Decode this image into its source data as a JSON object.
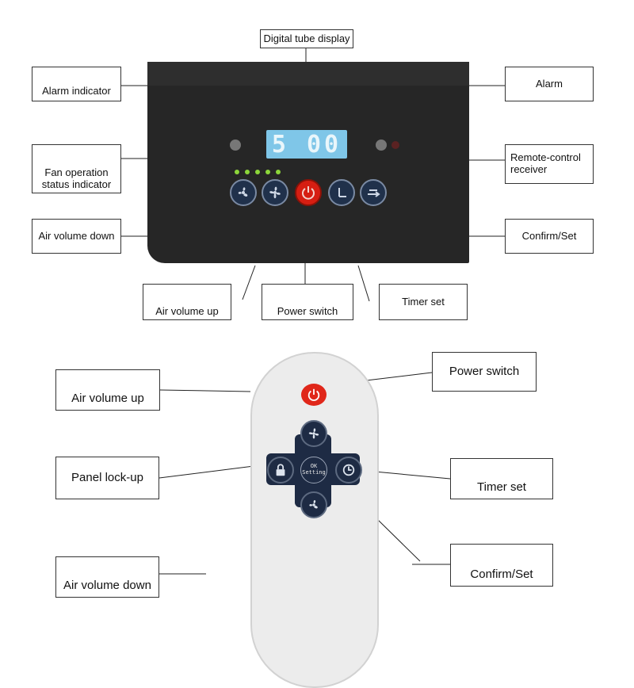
{
  "panel": {
    "display_value": "5 00",
    "labels": {
      "digital_tube_display": "Digital tube display",
      "alarm_indicator": "Alarm indicator",
      "alarm": "Alarm",
      "fan_status_line1": "Fan operation",
      "fan_status_line2": "status indicator",
      "remote_receiver_line1": "Remote-control",
      "remote_receiver_line2": "receiver",
      "air_volume_down": "Air volume down",
      "confirm_set": "Confirm/Set",
      "air_volume_up": "Air volume up",
      "power_switch": "Power switch",
      "timer_set": "Timer set"
    },
    "icons": [
      "fan-low-icon",
      "fan-high-icon",
      "power-icon",
      "timer-icon",
      "confirm-icon"
    ]
  },
  "remote": {
    "ok_text": "OK",
    "setting_text": "Setting",
    "labels": {
      "air_volume_up": "Air volume up",
      "power_switch": "Power switch",
      "panel_lock_up": "Panel lock-up",
      "timer_set": "Timer set",
      "air_volume_down": "Air volume down",
      "confirm_set": "Confirm/Set"
    },
    "icons": [
      "power-icon",
      "fan-up-icon",
      "lock-icon",
      "timer-icon",
      "fan-down-icon"
    ]
  },
  "colors": {
    "panel": "#262626",
    "display": "#7fc6e8",
    "power_red": "#d61e12",
    "button_navy": "#20314b",
    "status_green": "#8cd63a"
  }
}
